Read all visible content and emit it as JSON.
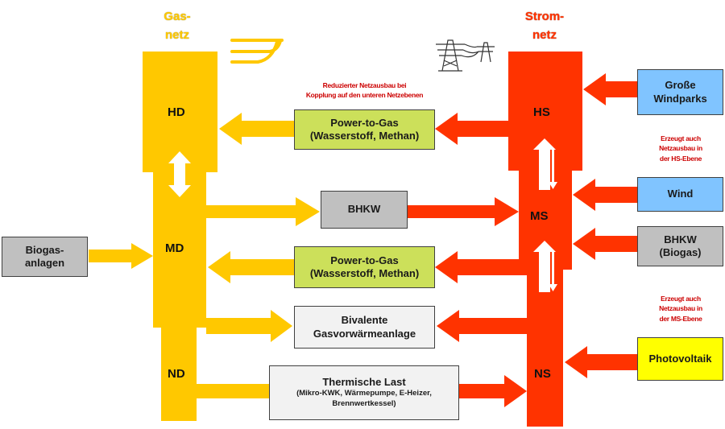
{
  "colors": {
    "gas": "#FFC800",
    "strom": "#FF3300",
    "power_to_gas_box": "#CCE05A",
    "wind_box": "#80C4FF",
    "grey_box": "#C0C0C0",
    "light_box": "#F2F2F2",
    "pv_box": "#FFFF00",
    "note_text": "#CC0000"
  },
  "gasnetz": {
    "title_line1": "Gas-",
    "title_line2": "netz",
    "levels": {
      "hd": "HD",
      "md": "MD",
      "nd": "ND"
    },
    "icon": "gas-pipeline-icon"
  },
  "stromnetz": {
    "title_line1": "Strom-",
    "title_line2": "netz",
    "levels": {
      "hs": "HS",
      "ms": "MS",
      "ns": "NS"
    },
    "icon": "power-pylon-icon"
  },
  "center_boxes": {
    "p2g_top": {
      "line1": "Power-to-Gas",
      "line2": "(Wasserstoff, Methan)"
    },
    "bhkw": {
      "line1": "BHKW"
    },
    "p2g_mid": {
      "line1": "Power-to-Gas",
      "line2": "(Wasserstoff, Methan)"
    },
    "bivalent": {
      "line1": "Bivalente",
      "line2": "Gasvorwärmeanlage"
    },
    "thermisch": {
      "line1": "Thermische Last",
      "line2": "(Mikro-KWK, Wärmepumpe, E-Heizer,",
      "line3": "Brennwertkessel)"
    }
  },
  "left_boxes": {
    "biogas": {
      "line1": "Biogas-",
      "line2": "anlagen"
    }
  },
  "right_boxes": {
    "windparks": {
      "line1": "Große",
      "line2": "Windparks"
    },
    "wind": {
      "line1": "Wind"
    },
    "bhkw_biogas": {
      "line1": "BHKW",
      "line2": "(Biogas)"
    },
    "pv": {
      "line1": "Photovoltaik"
    }
  },
  "notes": {
    "reduced": {
      "line1": "Reduzierter Netzausbau bei",
      "line2": "Kopplung auf den unteren Netzebenen"
    },
    "hs_ebene": {
      "line1": "Erzeugt auch",
      "line2": "Netzausbau in",
      "line3": "der HS-Ebene"
    },
    "ms_ebene": {
      "line1": "Erzeugt auch",
      "line2": "Netzausbau in",
      "line3": "der MS-Ebene"
    }
  }
}
